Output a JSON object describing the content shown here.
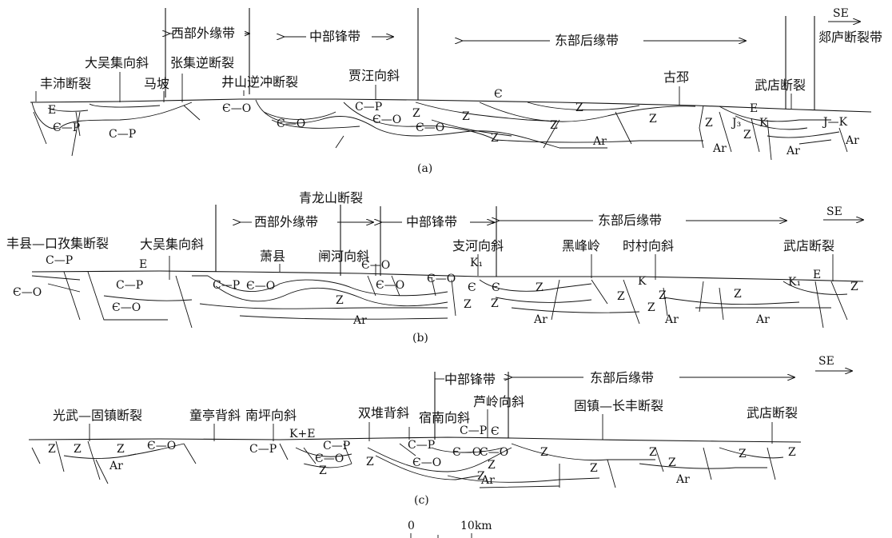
{
  "sections": [
    {
      "id": "a",
      "caption": "(a)",
      "direction": "SE",
      "zones": [
        "西部外缘带",
        "中部锋带",
        "东部后缘带"
      ],
      "features": [
        "丰沛断裂",
        "大吴集向斜",
        "马坡",
        "张集逆断裂",
        "井山逆冲断裂",
        "贾汪向斜",
        "古邳",
        "武店断裂",
        "郯庐断裂带"
      ],
      "units": [
        "E",
        "Є—P",
        "C—P",
        "Є—O",
        "Є—O",
        "C—P",
        "Z",
        "Є—O",
        "Є—O",
        "Z",
        "Є",
        "Z",
        "Z",
        "Z",
        "Ar",
        "Z",
        "Z",
        "Z",
        "J₃",
        "E",
        "K",
        "J—K",
        "Ar",
        "Ar",
        "Ar"
      ]
    },
    {
      "id": "b",
      "caption": "(b)",
      "direction": "SE",
      "zones": [
        "西部外缘带",
        "中部锋带",
        "东部后缘带"
      ],
      "features": [
        "丰县—口孜集断裂",
        "大吴集向斜",
        "萧县",
        "青龙山断裂",
        "闸河向斜",
        "支河向斜",
        "黑峰岭",
        "时村向斜",
        "武店断裂"
      ],
      "units": [
        "C—P",
        "Є—O",
        "E",
        "C—P",
        "Є—O",
        "C—P",
        "Є—O",
        "Є—O",
        "Z",
        "Ar",
        "Є—O",
        "Є—O",
        "K₁",
        "Є",
        "Є",
        "Z",
        "Z",
        "Z",
        "Ar",
        "Z",
        "K",
        "Z",
        "Z",
        "Ar",
        "Z",
        "Ar",
        "K₁",
        "E",
        "Z"
      ]
    },
    {
      "id": "c",
      "caption": "(c)",
      "direction": "SE",
      "zones": [
        "中部锋带",
        "东部后缘带"
      ],
      "features": [
        "光武—固镇断裂",
        "童亭背斜",
        "南坪向斜",
        "双堆背斜",
        "宿南向斜",
        "芦岭向斜",
        "固镇—长丰断裂",
        "武店断裂"
      ],
      "units": [
        "Z",
        "Z",
        "Z",
        "Є—O",
        "Ar",
        "C—P",
        "K+E",
        "C—P",
        "Є—O",
        "Z",
        "Z",
        "C—P",
        "Є—O",
        "Є—O",
        "C—P",
        "Є—O",
        "Є",
        "Z",
        "Z",
        "Ar",
        "Z",
        "Z",
        "Z",
        "Z",
        "Ar",
        "Z",
        "Z"
      ]
    }
  ],
  "scale_bar": {
    "zero": "0",
    "end": "10km"
  }
}
